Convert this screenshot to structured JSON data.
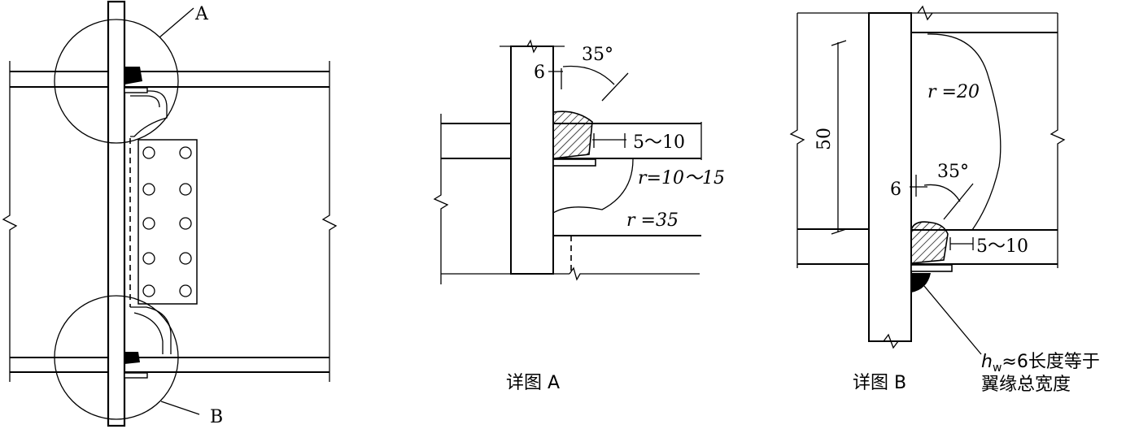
{
  "left_view": {
    "callout_a": "A",
    "callout_b": "B"
  },
  "detail_a": {
    "angle": "35°",
    "gap": "6",
    "weld_length": "5～10",
    "radius_scallop": "r=10～15",
    "radius_large": "r =35",
    "caption": "详图 A"
  },
  "detail_b": {
    "radius": "r =20",
    "dimension": "50",
    "angle": "35°",
    "gap": "6",
    "weld_length": "5～10",
    "note_line1": "≈6长度等于",
    "note_h": "h",
    "note_sub": "w",
    "note_line2": "翼缘总宽度",
    "caption": "详图 B"
  }
}
